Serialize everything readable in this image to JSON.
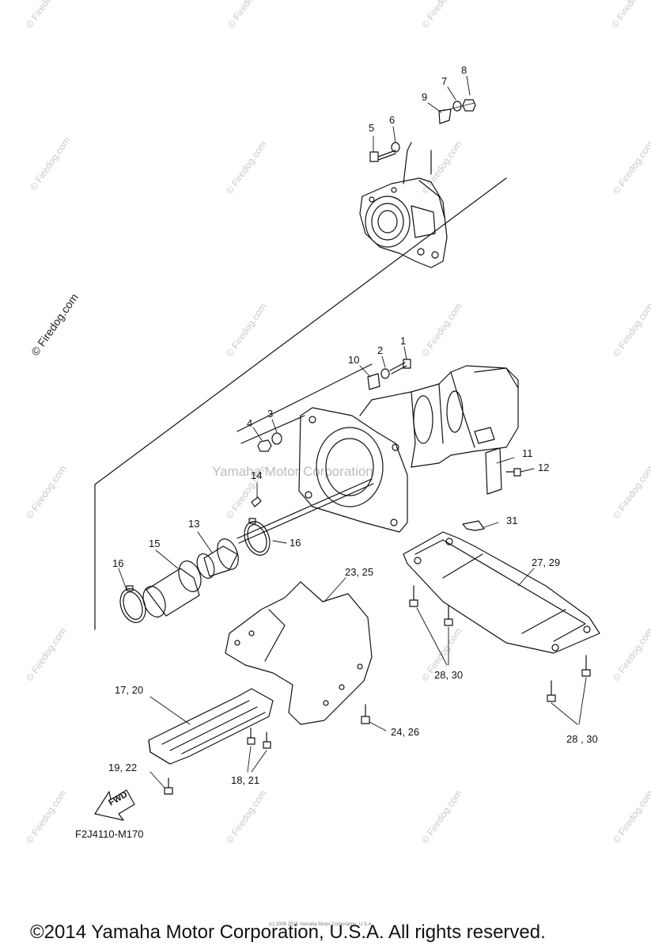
{
  "watermark": {
    "small": "© Firedog.com",
    "large": "© Firedog.com",
    "center": "Yamaha Motor Corporation"
  },
  "callouts": {
    "c1": "1",
    "c2": "2",
    "c3": "3",
    "c4": "4",
    "c5": "5",
    "c6": "6",
    "c7": "7",
    "c8": "8",
    "c9": "9",
    "c10": "10",
    "c11": "11",
    "c12": "12",
    "c13": "13",
    "c14": "14",
    "c15": "15",
    "c16a": "16",
    "c16b": "16",
    "c17_20": "17, 20",
    "c18_21": "18, 21",
    "c19_22": "19, 22",
    "c23_25": "23, 25",
    "c24_26": "24, 26",
    "c27_29": "27, 29",
    "c28_30a": "28, 30",
    "c28_30b": "28 , 30",
    "c31": "31"
  },
  "fwd_label": "FWD",
  "figure_code": "F2J4110-M170",
  "tiny_copyright": "(c) 2006 2016 Yamaha Motor Corporation, U.S.A.",
  "copyright": "©2014 Yamaha Motor Corporation, U.S.A. All rights reserved."
}
